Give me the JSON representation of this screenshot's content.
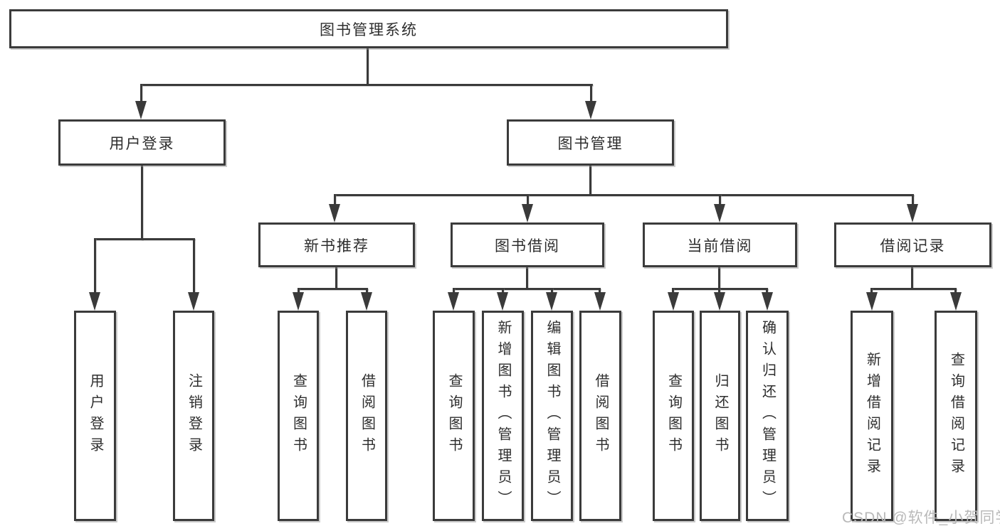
{
  "page": {
    "watermark": "CSDN @软件_小贺同学"
  },
  "colors": {
    "line": "#3a3a3a",
    "box_border": "#3b3b3b",
    "text": "#2e2e2e",
    "watermark": "#b9b9b9",
    "background": "#ffffff"
  },
  "tree": {
    "root": "图书管理系统",
    "user_login": {
      "label": "用户登录",
      "children": {
        "login": "用户登录",
        "logout": "注销登录"
      }
    },
    "book_mgmt": {
      "label": "图书管理",
      "new_book_rec": {
        "label": "新书推荐",
        "children": {
          "query_book": "查询图书",
          "borrow_book": "借阅图书"
        }
      },
      "book_borrow": {
        "label": "图书借阅",
        "children": {
          "query_book": "查询图书",
          "add_book": "新增图书（管理员）",
          "edit_book": "编辑图书（管理员）",
          "borrow_book": "借阅图书"
        }
      },
      "current_borrow": {
        "label": "当前借阅",
        "children": {
          "query_book": "查询图书",
          "return_book": "归还图书",
          "confirm_return": "确认归还（管理员）"
        }
      },
      "borrow_record": {
        "label": "借阅记录",
        "children": {
          "add_record": "新增借阅记录",
          "query_record": "查询借阅记录"
        }
      }
    }
  }
}
